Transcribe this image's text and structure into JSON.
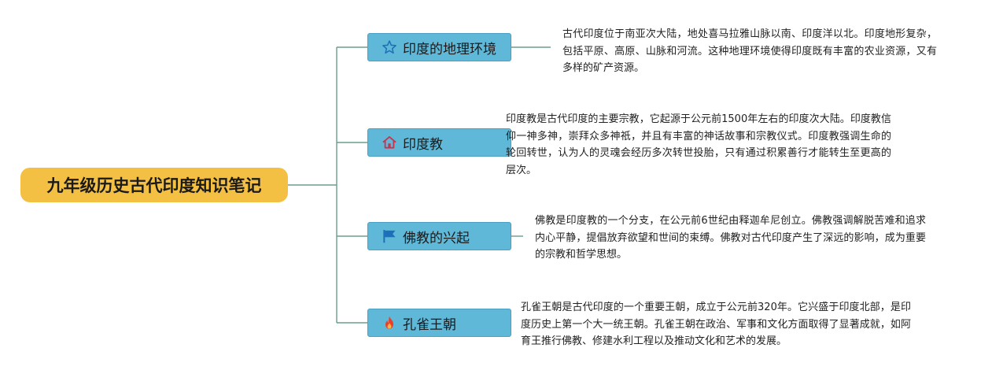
{
  "root": {
    "title": "九年级历史古代印度知识笔记"
  },
  "branches": [
    {
      "label": "印度的地理环境",
      "icon": "star-icon",
      "description": "古代印度位于南亚次大陆，地处喜马拉雅山脉以南、印度洋以北。印度地形复杂，包括平原、高原、山脉和河流。这种地理环境使得印度既有丰富的农业资源，又有多样的矿产资源。"
    },
    {
      "label": "印度教",
      "icon": "home-icon",
      "description": "印度教是古代印度的主要宗教，它起源于公元前1500年左右的印度次大陆。印度教信仰一神多神，崇拜众多神祇，并且有丰富的神话故事和宗教仪式。印度教强调生命的轮回转世，认为人的灵魂会经历多次转世投胎，只有通过积累善行才能转生至更高的层次。"
    },
    {
      "label": "佛教的兴起",
      "icon": "flag-icon",
      "description": "佛教是印度教的一个分支，在公元前6世纪由释迦牟尼创立。佛教强调解脱苦难和追求内心平静，提倡放弃欲望和世间的束缚。佛教对古代印度产生了深远的影响，成为重要的宗教和哲学思想。"
    },
    {
      "label": "孔雀王朝",
      "icon": "fire-icon",
      "description": "孔雀王朝是古代印度的一个重要王朝，成立于公元前320年。它兴盛于印度北部，是印度历史上第一个大一统王朝。孔雀王朝在政治、军事和文化方面取得了显著成就，如阿育王推行佛教、修建水利工程以及推动文化和艺术的发展。"
    }
  ],
  "colors": {
    "root_fill": "#f4c043",
    "branch_fill": "#5fb8d8",
    "connector": "#6a9e8c",
    "star_icon": "#1e6fb8",
    "home_icon": "#c8344e",
    "flag_icon": "#1e6fb8",
    "fire_icon": "#e8402a"
  }
}
